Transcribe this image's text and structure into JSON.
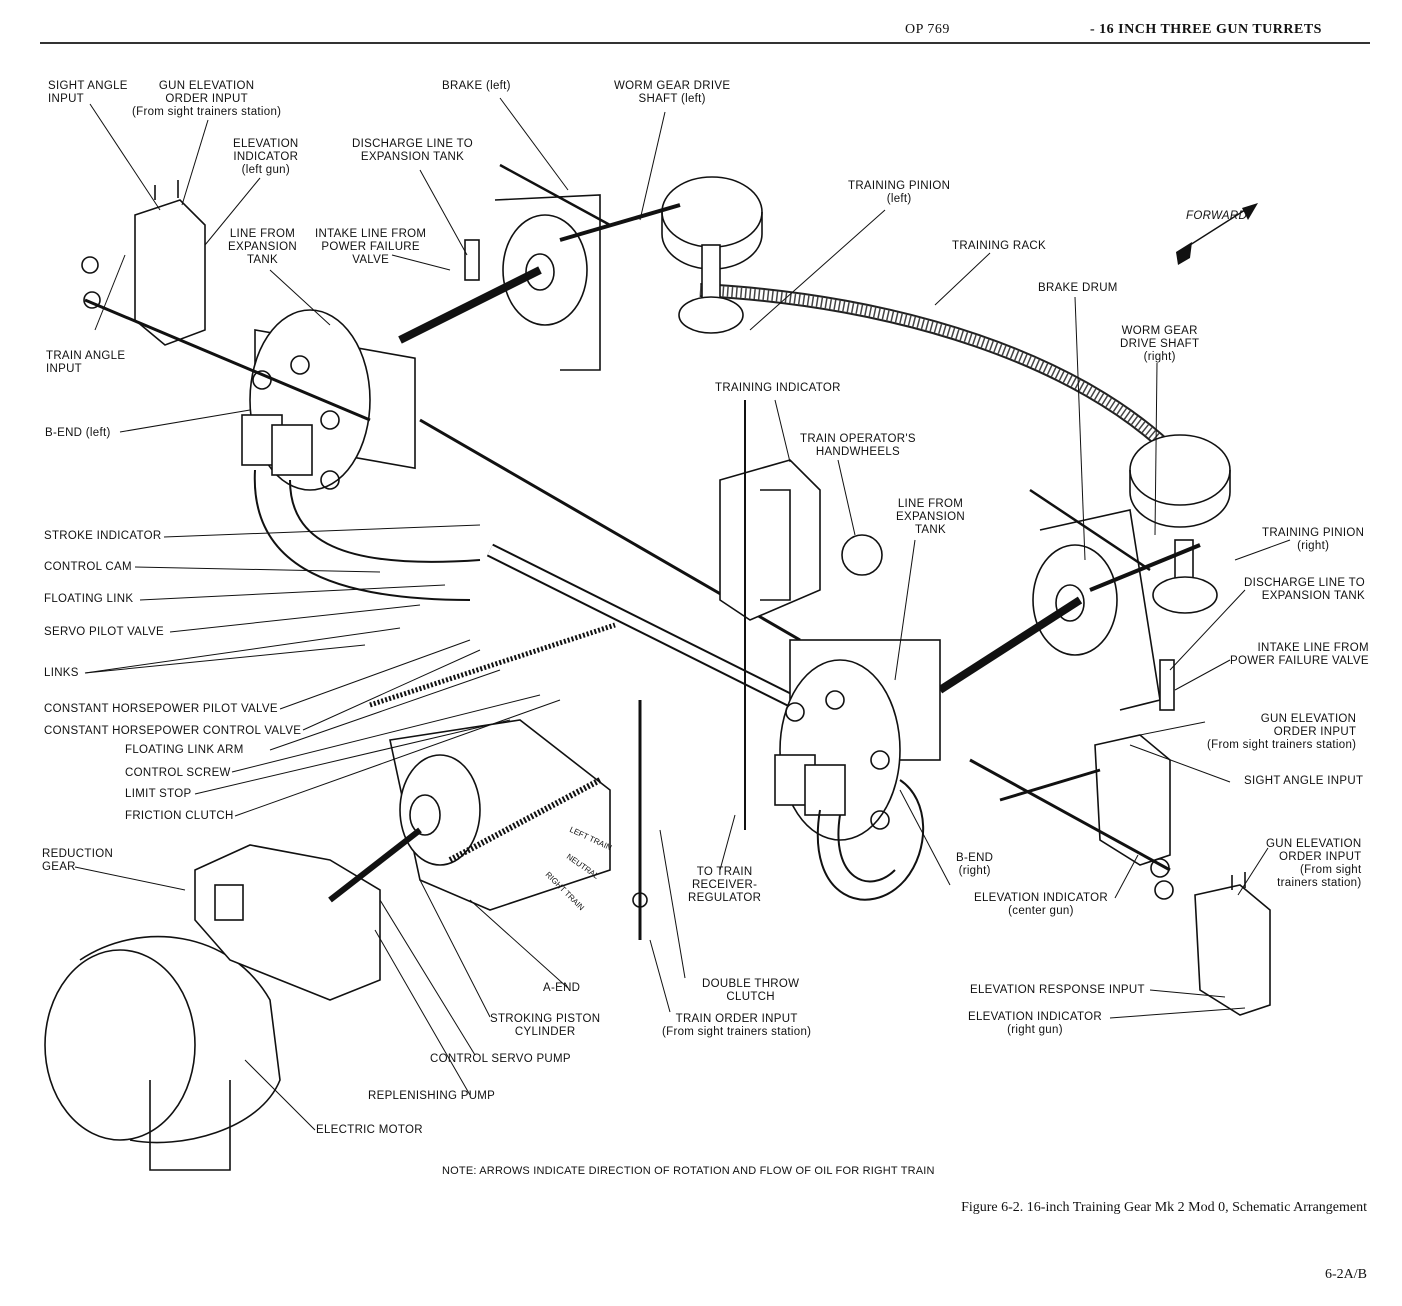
{
  "header": {
    "doc_id": "OP 769",
    "title": "- 16 INCH THREE GUN TURRETS"
  },
  "labels": {
    "sight_angle_input_left": "SIGHT ANGLE\nINPUT",
    "gun_elev_order_left": "GUN ELEVATION\nORDER INPUT\n(From sight trainers station)",
    "elev_indicator_left": "ELEVATION\nINDICATOR\n(left gun)",
    "brake_left": "BRAKE (left)",
    "worm_gear_left": "WORM GEAR DRIVE\nSHAFT (left)",
    "discharge_left": "DISCHARGE LINE TO\nEXPANSION TANK",
    "line_from_exp_left": "LINE FROM\nEXPANSION\nTANK",
    "intake_left": "INTAKE LINE FROM\nPOWER FAILURE\nVALVE",
    "training_pinion_left": "TRAINING PINION\n(left)",
    "training_rack": "TRAINING RACK",
    "forward": "FORWARD",
    "brake_drum": "BRAKE DRUM",
    "worm_gear_right": "WORM GEAR\nDRIVE SHAFT\n(right)",
    "train_angle_input": "TRAIN ANGLE\nINPUT",
    "b_end_left": "B-END (left)",
    "training_indicator": "TRAINING INDICATOR",
    "train_operator_handwheels": "TRAIN OPERATOR'S\nHANDWHEELS",
    "line_from_exp_right": "LINE FROM\nEXPANSION\nTANK",
    "training_pinion_right": "TRAINING PINION\n(right)",
    "discharge_right": "DISCHARGE LINE TO\nEXPANSION TANK",
    "intake_right": "INTAKE LINE FROM\nPOWER FAILURE VALVE",
    "stroke_indicator": "STROKE INDICATOR",
    "control_cam": "CONTROL CAM",
    "floating_link": "FLOATING LINK",
    "servo_pilot_valve": "SERVO PILOT VALVE",
    "links": "LINKS",
    "chp_pilot_valve": "CONSTANT HORSEPOWER PILOT VALVE",
    "chp_control_valve": "CONSTANT HORSEPOWER CONTROL VALVE",
    "floating_link_arm": "FLOATING LINK ARM",
    "control_screw": "CONTROL SCREW",
    "limit_stop": "LIMIT STOP",
    "friction_clutch": "FRICTION CLUTCH",
    "reduction_gear": "REDUCTION\nGEAR",
    "gun_elev_order_center": "GUN ELEVATION\nORDER INPUT\n(From sight trainers station)",
    "sight_angle_input_right": "SIGHT ANGLE INPUT",
    "gun_elev_order_right": "GUN ELEVATION\nORDER INPUT\n(From sight\ntrainers station)",
    "b_end_right": "B-END\n(right)",
    "elev_indicator_center": "ELEVATION INDICATOR\n(center gun)",
    "to_train_receiver": "TO TRAIN\nRECEIVER-\nREGULATOR",
    "double_throw_clutch": "DOUBLE THROW\nCLUTCH",
    "train_order_input": "TRAIN ORDER INPUT\n(From sight trainers station)",
    "a_end": "A-END",
    "stroking_piston": "STROKING PISTON\nCYLINDER",
    "control_servo_pump": "CONTROL SERVO PUMP",
    "replenishing_pump": "REPLENISHING PUMP",
    "electric_motor": "ELECTRIC MOTOR",
    "elev_response_input": "ELEVATION RESPONSE INPUT",
    "elev_indicator_right": "ELEVATION INDICATOR\n(right gun)",
    "left_train": "LEFT\nTRAIN",
    "neutral": "NEUTRAL",
    "right_train": "RIGHT\nTRAIN"
  },
  "footer": {
    "note": "NOTE: ARROWS INDICATE DIRECTION OF ROTATION AND FLOW OF OIL FOR RIGHT TRAIN",
    "caption": "Figure 6-2.  16-inch Training Gear Mk 2 Mod 0, Schematic Arrangement",
    "page_number": "6-2A/B"
  }
}
